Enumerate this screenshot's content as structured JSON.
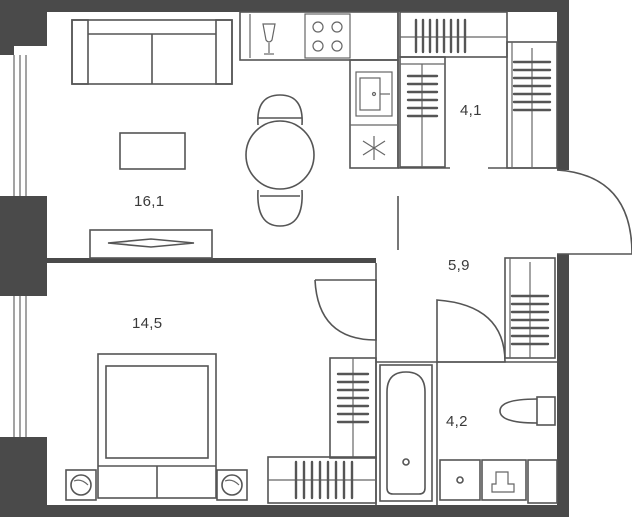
{
  "plan": {
    "colors": {
      "wall": "#4a4a4a",
      "outline": "#555555",
      "background": "#ffffff",
      "text": "#3a3a3a"
    },
    "rooms": [
      {
        "id": "living-room",
        "area": "16,1"
      },
      {
        "id": "wardrobe",
        "area": "4,1"
      },
      {
        "id": "hallway",
        "area": "5,9"
      },
      {
        "id": "bedroom",
        "area": "14,5"
      },
      {
        "id": "bathroom",
        "area": "4,2"
      }
    ],
    "icons": [
      "sofa-icon",
      "coffee-table-icon",
      "dining-table-icon",
      "tv-stand-icon",
      "sink-icon",
      "stove-icon",
      "wine-glass-icon",
      "snowflake-icon",
      "wardrobe-icon",
      "bed-icon",
      "nightstand-icon",
      "bathtub-icon",
      "toilet-icon",
      "washbasin-icon",
      "washing-machine-icon",
      "door-icon",
      "window-icon"
    ]
  }
}
